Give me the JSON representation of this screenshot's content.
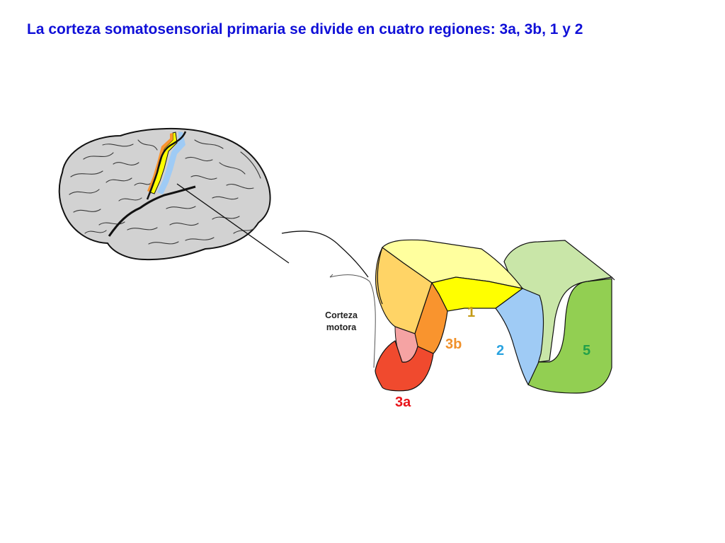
{
  "title": "La corteza somatosensorial primaria se divide en cuatro regiones: 3a, 3b, 1 y 2",
  "labels": {
    "motor_cortex": "Corteza motora",
    "regions": [
      {
        "id": "3a",
        "text": "3a",
        "color": "#e8141a"
      },
      {
        "id": "3b",
        "text": "3b",
        "color": "#f0902a"
      },
      {
        "id": "1",
        "text": "1",
        "color": "#c49a16"
      },
      {
        "id": "2",
        "text": "2",
        "color": "#2aa3e0"
      },
      {
        "id": "5",
        "text": "5",
        "color": "#22a04a"
      }
    ]
  },
  "colors": {
    "title": "#1010d8",
    "brain_fill": "#d2d2d2",
    "area_3a": "#f04a2e",
    "area_3a_light": "#f5a3a3",
    "area_3b": "#f9942e",
    "area_3b_light": "#ffd466",
    "area_1": "#ffff00",
    "area_1_light": "#ffff9e",
    "area_2": "#9fcbf5",
    "area_5": "#92cf52",
    "area_5_light": "#c9e6a8"
  }
}
